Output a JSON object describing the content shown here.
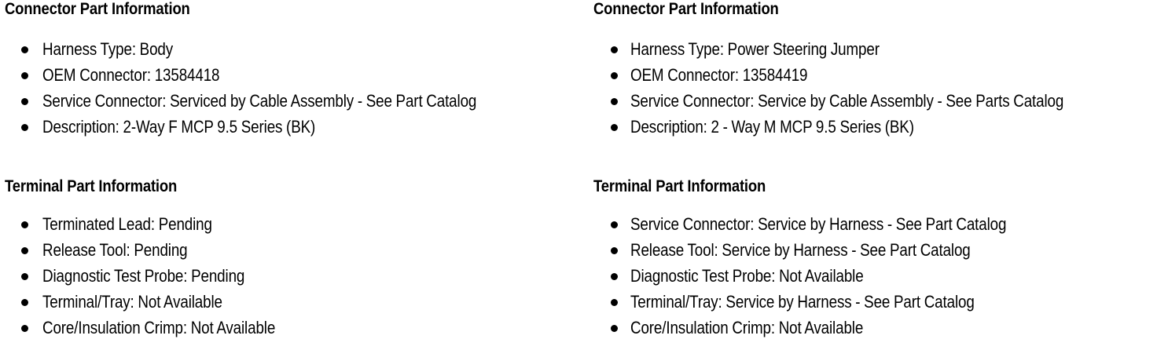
{
  "columns": [
    {
      "id": "left",
      "sections": [
        {
          "id": "connector",
          "heading": "Connector Part Information",
          "items": [
            "Harness Type: Body",
            "OEM Connector: 13584418",
            "Service Connector: Serviced by Cable Assembly - See Part Catalog",
            "Description: 2-Way F MCP 9.5 Series (BK)"
          ]
        },
        {
          "id": "terminal",
          "heading": "Terminal Part Information",
          "items": [
            "Terminated Lead: Pending",
            "Release Tool: Pending",
            "Diagnostic Test Probe: Pending",
            "Terminal/Tray: Not Available",
            "Core/Insulation Crimp: Not Available"
          ]
        }
      ]
    },
    {
      "id": "right",
      "sections": [
        {
          "id": "connector",
          "heading": "Connector Part Information",
          "items": [
            "Harness Type: Power Steering Jumper",
            "OEM Connector: 13584419",
            "Service Connector: Service by Cable Assembly - See Parts Catalog",
            "Description: 2 - Way M MCP 9.5 Series (BK)"
          ]
        },
        {
          "id": "terminal",
          "heading": "Terminal Part Information",
          "items": [
            "Service Connector: Service by Harness - See Part Catalog",
            "Release Tool: Service by Harness - See Part Catalog",
            "Diagnostic Test Probe: Not Available",
            "Terminal/Tray: Service by Harness - See Part Catalog",
            "Core/Insulation Crimp: Not Available"
          ]
        }
      ]
    }
  ],
  "style": {
    "text_color": "#000000",
    "background_color": "#ffffff",
    "bullet_glyph": "round-bullet"
  }
}
